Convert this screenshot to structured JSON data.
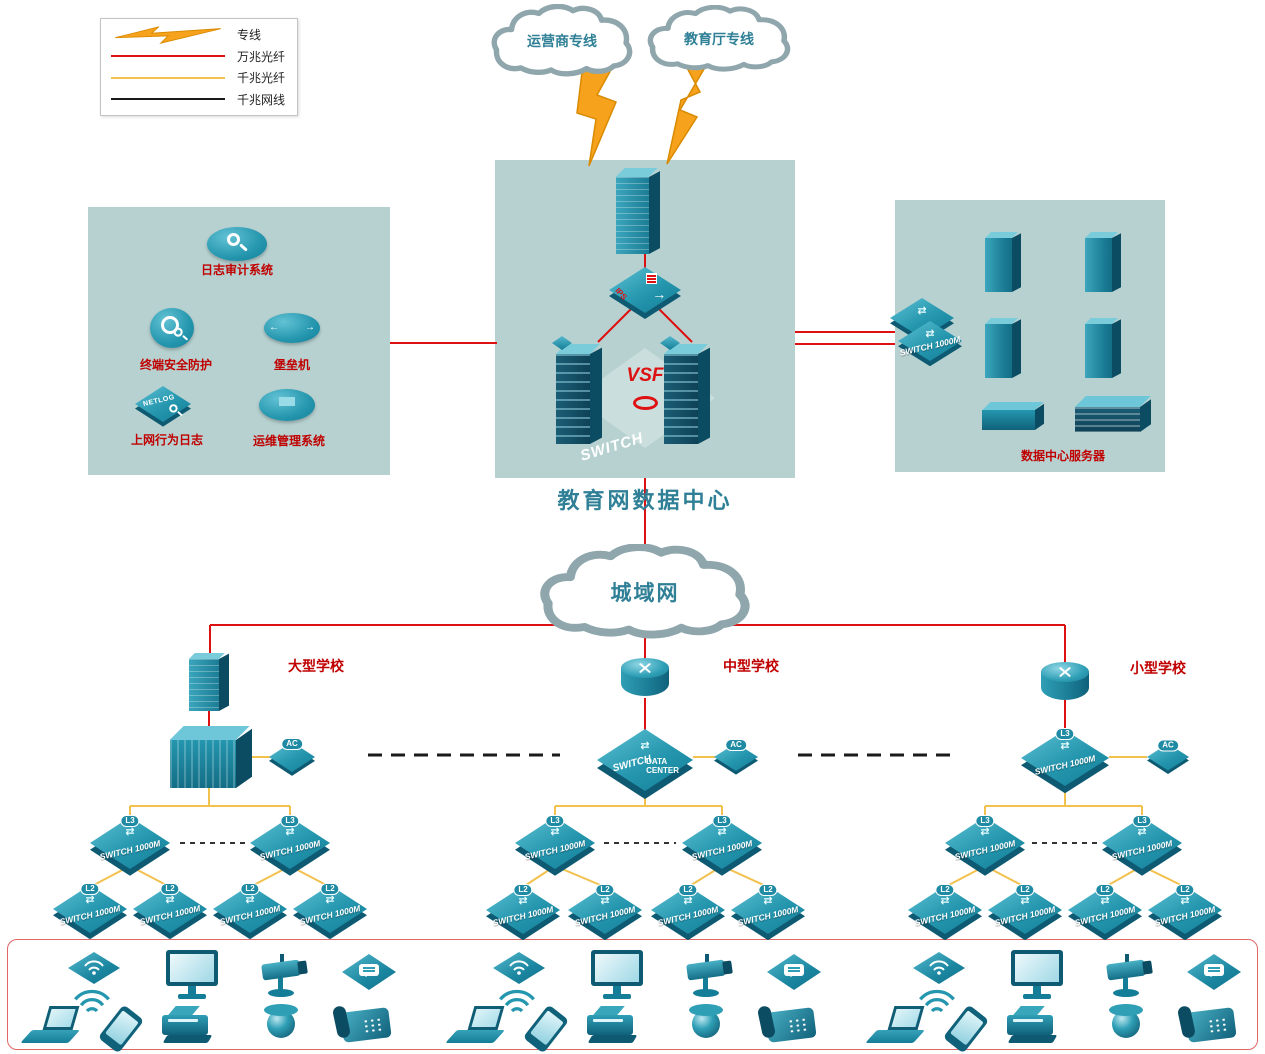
{
  "legend": {
    "items": [
      {
        "label": "专线"
      },
      {
        "label": "万兆光纤"
      },
      {
        "label": "千兆光纤"
      },
      {
        "label": "千兆网线"
      }
    ]
  },
  "clouds": {
    "isp": "运营商专线",
    "edu": "教育厅专线",
    "man": "城域网"
  },
  "datacenter": {
    "title": "教育网数据中心",
    "ips": "IPS",
    "vsf": "VSF",
    "watermark": "SWITCH"
  },
  "security": {
    "log_audit": "日志审计系统",
    "endpoint": "终端安全防护",
    "bastion": "堡垒机",
    "netlog": "上网行为日志",
    "netlog_badge": "NETLOG",
    "ops": "运维管理系统"
  },
  "server_zone": {
    "title": "数据中心服务器"
  },
  "schools": {
    "large": "大型学校",
    "medium": "中型学校",
    "small": "小型学校"
  },
  "labels": {
    "switch_1000m": "SWITCH 1000M",
    "switch": "SWITCH",
    "data_center": "DATA CENTER",
    "l3": "L3",
    "l2": "L2",
    "ac": "AC"
  },
  "colors": {
    "fiber_10g": "#dd1111",
    "fiber_1g": "#f2c14e",
    "cable_1g": "#1a1a1a",
    "device_teal": "#2496ae",
    "zone_bg": "#b7d1d1",
    "label_red": "#c00000",
    "title_teal": "#2f8096"
  }
}
